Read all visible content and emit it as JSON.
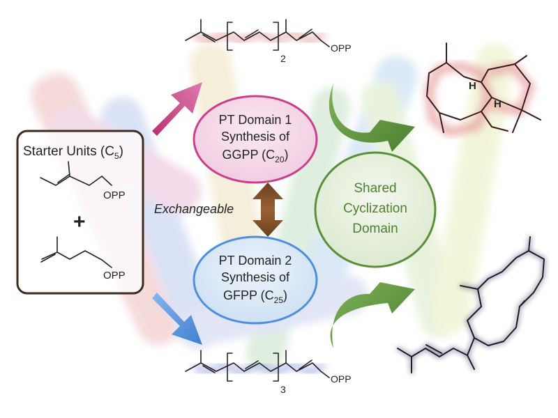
{
  "starter": {
    "title": "Starter Units (C",
    "sub": "5",
    "close": ")",
    "opp_top": "OPP",
    "plus": "+",
    "opp_bottom": "OPP"
  },
  "pt1": {
    "line1": "PT Domain 1",
    "line2": "Synthesis of",
    "line3a": "GGPP (C",
    "sub": "20",
    "line3b": ")"
  },
  "pt2": {
    "line1": "PT Domain 2",
    "line2": "Synthesis of",
    "line3a": "GFPP (C",
    "sub": "25",
    "line3b": ")"
  },
  "shared": {
    "line1": "Shared",
    "line2": "Cyclization",
    "line3": "Domain"
  },
  "exchange_label": "Exchangeable",
  "top_chain": {
    "repeat": "2",
    "opp": "OPP"
  },
  "bottom_chain": {
    "repeat": "3",
    "opp": "OPP"
  },
  "product_top": {
    "h1": "H",
    "h2": "H"
  },
  "colors": {
    "pink": "#cc3e8c",
    "pink_fill": "#f3d6e6",
    "blue": "#4d8fde",
    "blue_fill": "#d6e6f6",
    "green": "#5a8f3a",
    "green_fill": "#e6f0dc",
    "brown": "#7a4a24",
    "box_border": "#3d2a1c"
  }
}
